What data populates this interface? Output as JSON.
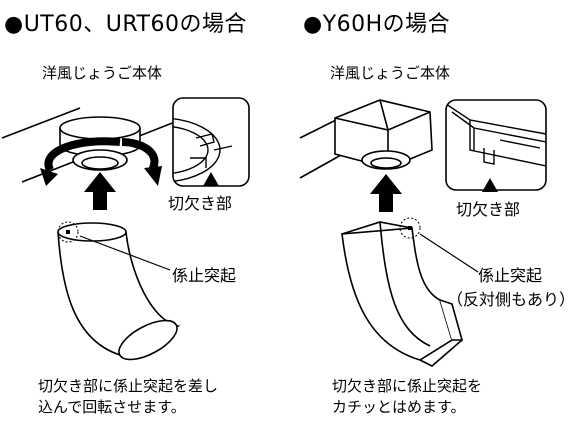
{
  "left": {
    "title": "●UT60、URT60の場合",
    "subtitle": "洋風じょうご本体",
    "notch_label": "切欠き部",
    "protrusion_label": "係止突起",
    "caption": "切欠き部に係止突起を差し\n込んで回転させます。"
  },
  "right": {
    "title": "●Y60Hの場合",
    "subtitle": "洋風じょうご本体",
    "notch_label": "切欠き部",
    "protrusion_label": "係止突起",
    "protrusion_note": "（反対側もあり）",
    "caption": "切欠き部に係止突起を\nカチッとはめます。"
  }
}
